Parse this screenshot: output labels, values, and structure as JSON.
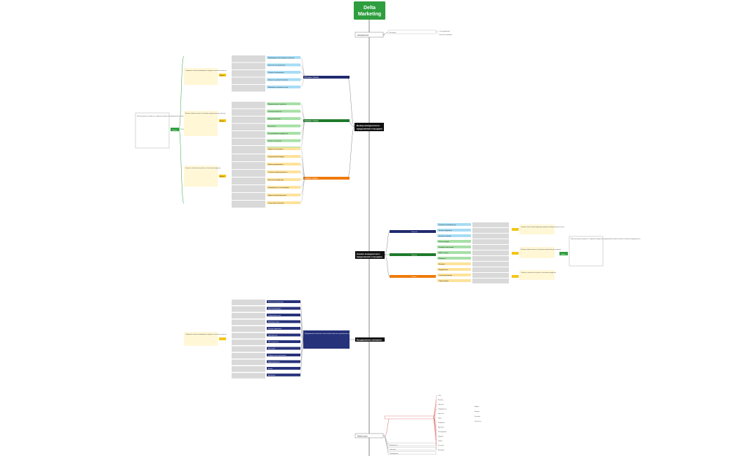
{
  "root": {
    "line1": "Delta",
    "line2": "Marketing"
  },
  "top_branch": {
    "label": "Направления",
    "sub": "Интернет",
    "leaves": [
      "Сео продвижение",
      "Контекстная реклама"
    ]
  },
  "branch_a": {
    "label1": "Вывод конкурентного",
    "label2": "предложения и продажи"
  },
  "branch_b": {
    "label1": "Анализ конкурентного",
    "label2": "предложения и продажи"
  },
  "branch_c": {
    "label": "Продвижение компании"
  },
  "branch_d": {
    "label": "Инвестиции"
  },
  "goal": {
    "label": "Задача"
  },
  "goal_note": "Компания должна стремиться к созданию конкурентных предложений, которые обеспечат стабильные продажи.",
  "goal_note2": "Увеличить охват целевой аудитории и укрепить позиции бренда на рынке.",
  "cluster_heads": [
    "Сильные стороны",
    "Средние стороны",
    "Слабые стороны"
  ],
  "cluster_notes": [
    "Определить ключевые преимущества продукта и показать их клиенту.",
    "Выявить возможности роста и улучшить предложение для клиентов.",
    "Устранить слабые места в работе с клиентами и продуктом."
  ],
  "blue_items": [
    "Индивидуальный подход к клиентам",
    "Качество обслуживания",
    "Скорость выполнения",
    "Гибкость ценовой политики",
    "Широкий ассортимент услуг"
  ],
  "green_items": [
    "Маркетинговая стратегия",
    "Позиционирование",
    "Бюджетирование",
    "Аналитика",
    "Отслеживание конкурентов",
    "Новые технологии",
    "Партнёрские программы"
  ],
  "orange_items": [
    "Недостаток ресурсов",
    "Ограниченный бюджет",
    "Низкая узнаваемость",
    "Слабая онлайн-активность",
    "Высокая конкуренция",
    "Зависимость от поставщиков",
    "Недостаточный персонал",
    "Отсутствие стратегии"
  ],
  "right_cluster_heads": [
    "Сильные",
    "Средние",
    "Слабые"
  ],
  "right_items": [
    "Ключевые преимущества",
    "Целевая аудитория",
    "Ценовая политика",
    "Каналы продаж",
    "Конкурентный анализ",
    "SWOT анализ",
    "Маркетинг",
    "Брендинг",
    "Продвижение",
    "Стратегия развития",
    "Отдел продаж"
  ],
  "right_note": "Компания должна стремиться к созданию конкурентных предложений, которые обеспечат стабильные продажи и рост.",
  "promo_head": "Продвижение компании, поиск новых клиентов, увеличение продаж и рост прибыли компании за счёт эффективных маркетинговых инструментов",
  "promo_items": [
    "Контекстная реклама",
    "SEO оптимизация",
    "Социальные сети",
    "Email рассылки",
    "Контент-маркетинг",
    "Партнёрства",
    "PR активности",
    "Выставки",
    "Реферальная программа",
    "Видеомаркетинг",
    "Блоги",
    "Вебинары"
  ],
  "invest_items": [
    "Сайт",
    "Реклама",
    "Обучение",
    "Оборудование",
    "Персонал",
    "Офис",
    "Разработка",
    "Маркетинг",
    "Исследования",
    "Продажи",
    "Сервис",
    "Логистика",
    "Аналитика"
  ],
  "invest_sub": [
    "Направление",
    "Стратегия",
    "Планирование"
  ],
  "invest_leaves": [
    "Бюджет",
    "Ресурсы",
    "Контроль",
    "Отчётность"
  ],
  "colors": {
    "root": "#2e9e3e",
    "navy": "#1f2a6e",
    "green": "#1e7a2a",
    "orange": "#f07a0a",
    "blue_light": "#a6dcf5",
    "green_light": "#a6e0a6",
    "orange_light": "#fde29a",
    "grey": "#d9d9d9",
    "goal": "#f5c518",
    "promo": "#26327a",
    "black": "#111111"
  }
}
